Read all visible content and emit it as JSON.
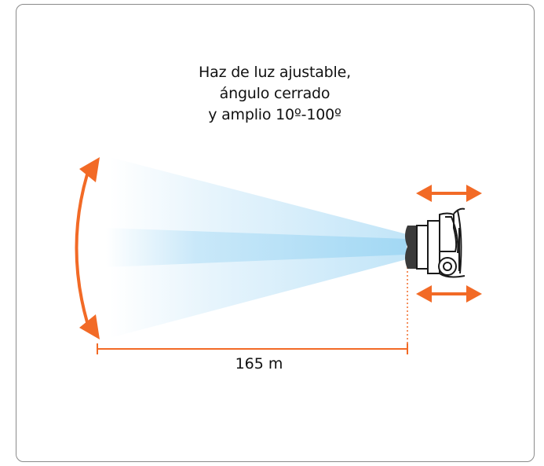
{
  "caption": {
    "line1": "Haz de luz ajustable,",
    "line2": "ángulo cerrado",
    "line3": "y amplio 10º-100º"
  },
  "distance_label": "165 m",
  "colors": {
    "arrow": "#f26a26",
    "beam_light": "#cfeaf8",
    "beam_core": "#a9dbf5",
    "device": "#3a3a3a",
    "frame": "#8a8a8a"
  },
  "icons": [
    "curved-double-arrow-icon",
    "horizontal-double-arrow-icon",
    "headlamp-icon"
  ]
}
